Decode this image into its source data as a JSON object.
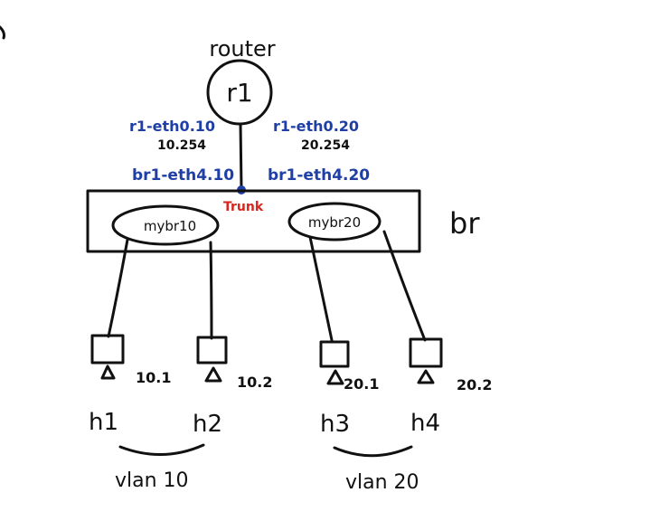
{
  "router": {
    "label": "router",
    "name": "r1",
    "iface_10": "r1-eth0.10",
    "ip_10": "10.254",
    "iface_20": "r1-eth0.20",
    "ip_20": "20.254"
  },
  "switch": {
    "label": "br",
    "trunk_label": "Trunk",
    "port_10": "br1-eth4.10",
    "port_20": "br1-eth4.20",
    "bridges": [
      "mybr10",
      "mybr20"
    ]
  },
  "hosts": [
    {
      "name": "h1",
      "ip": "10.1"
    },
    {
      "name": "h2",
      "ip": "10.2"
    },
    {
      "name": "h3",
      "ip": "20.1"
    },
    {
      "name": "h4",
      "ip": "20.2"
    }
  ],
  "vlans": [
    "vlan 10",
    "vlan 20"
  ],
  "colors": {
    "ink": "#111111",
    "interface_blue": "#1f3fa6",
    "trunk_red": "#d7261e"
  }
}
